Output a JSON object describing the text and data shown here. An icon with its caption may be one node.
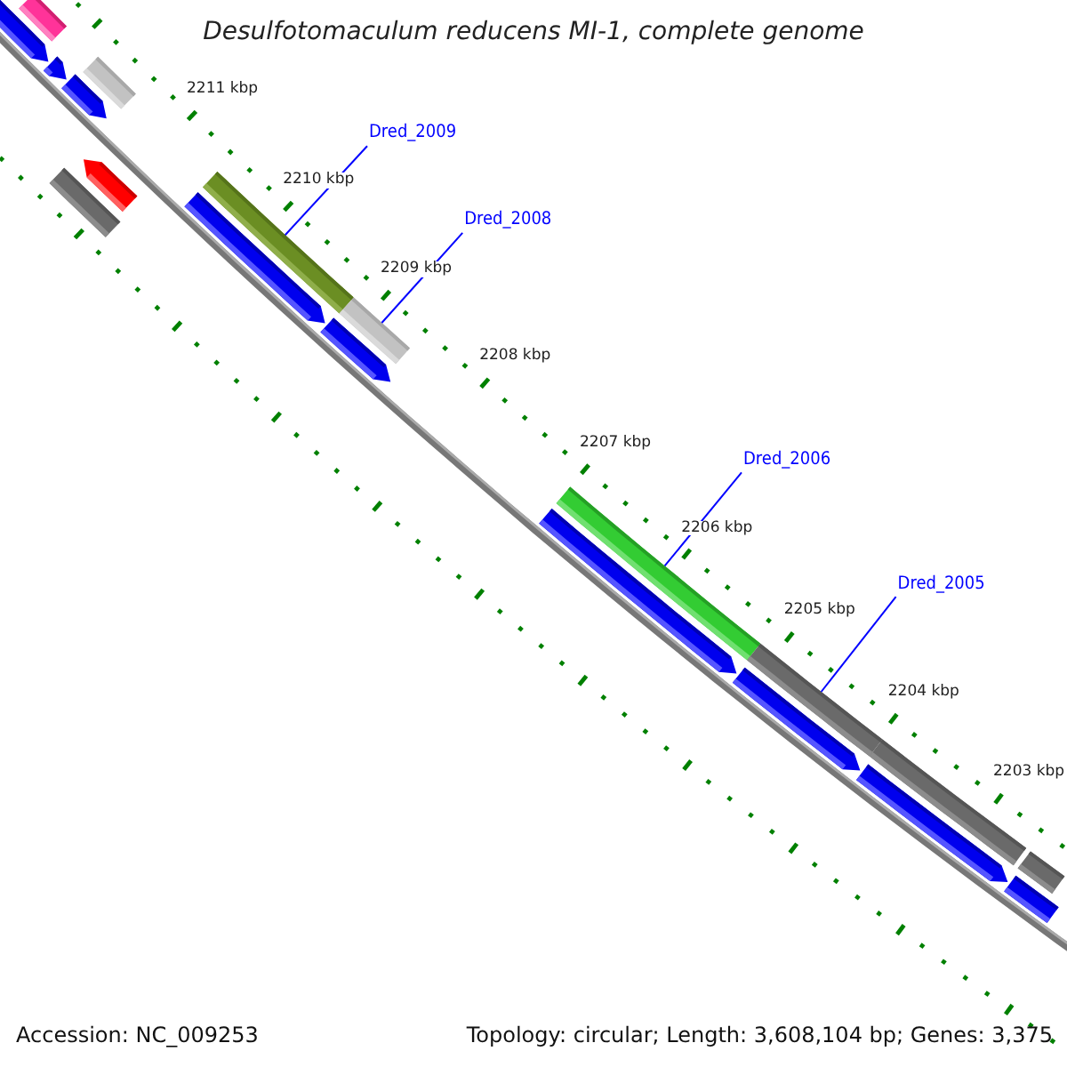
{
  "diagram": {
    "title": "Desulfotomaculum reducens MI-1, complete genome",
    "nodes": [
      {
        "text": [],
        "shape": "bar"
      },
      {
        "text": [],
        "shape": "bar"
      },
      {
        "text": [],
        "shape": "bar"
      },
      {
        "text": [],
        "shape": "bar"
      },
      {
        "text": [],
        "shape": "bar"
      },
      {
        "text": [
          "Dred_2009"
        ]
      },
      {
        "text": [],
        "shape": "bar"
      },
      {
        "text": [],
        "shape": "bar"
      },
      {
        "text": [],
        "shape": "bar"
      },
      {
        "text": [],
        "shape": "bar"
      },
      {
        "text": [
          "Dred_2008"
        ]
      },
      {
        "text": [],
        "shape": "bar"
      },
      {
        "text": [],
        "shape": "bar"
      },
      {
        "text": [
          "Dred_2006"
        ]
      },
      {
        "text": [],
        "shape": "bar"
      },
      {
        "text": [],
        "shape": "bar"
      },
      {
        "text": [
          "Dred_2005"
        ]
      },
      {
        "text": [],
        "shape": "bar"
      },
      {
        "text": [],
        "shape": "bar"
      },
      {
        "text": [],
        "shape": "bar"
      },
      {
        "text": [],
        "shape": "bar"
      },
      {
        "text": [],
        "shape": "bar"
      },
      {
        "text": [],
        "shape": "bar"
      }
    ],
    "edges": [
      {
        "from": 5,
        "to": 8,
        "arrow": "none"
      },
      {
        "from": 10,
        "to": 11,
        "arrow": "none"
      },
      {
        "from": 13,
        "to": 14,
        "arrow": "none"
      },
      {
        "from": 16,
        "to": 17,
        "arrow": "none"
      }
    ],
    "labels": [
      "2211 kbp",
      "2210 kbp",
      "2209 kbp",
      "2208 kbp",
      "2207 kbp",
      "2206 kbp",
      "2205 kbp",
      "2204 kbp",
      "2203 kbp",
      "Accession: NC_009253",
      "Topology: circular; Length: 3,608,104 bp; Genes: 3,375"
    ]
  }
}
